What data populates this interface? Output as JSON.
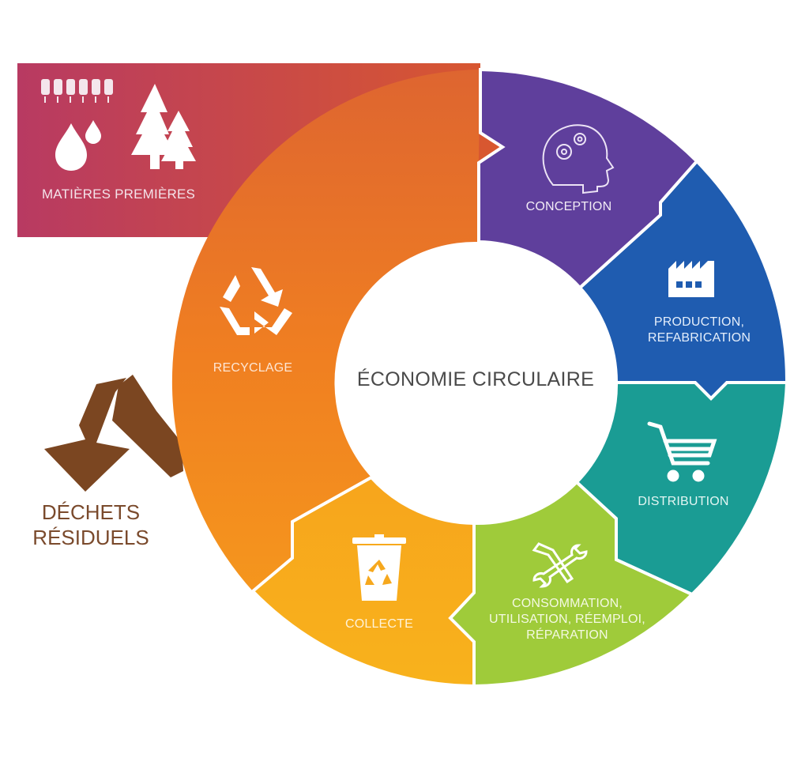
{
  "center": {
    "title": "ÉCONOMIE CIRCULAIRE"
  },
  "raw_materials": {
    "label": "MATIÈRES PREMIÈRES",
    "icons": [
      "wheat-icon",
      "water-drop-icon",
      "tree-icon"
    ],
    "color_start": "#b83a62",
    "color_end": "#d9582e"
  },
  "segments": [
    {
      "id": "conception",
      "label": "CONCEPTION",
      "icon": "head-gears-icon",
      "color": "#5f3f9c"
    },
    {
      "id": "production",
      "label_lines": [
        "PRODUCTION,",
        "REFABRICATION"
      ],
      "icon": "factory-icon",
      "color": "#1f5cb0"
    },
    {
      "id": "distribution",
      "label": "DISTRIBUTION",
      "icon": "shopping-cart-icon",
      "color": "#1a9c94"
    },
    {
      "id": "consommation",
      "label_lines": [
        "CONSOMMATION,",
        "UTILISATION, RÉEMPLOI,",
        "RÉPARATION"
      ],
      "icon": "tools-icon",
      "color": "#9fcb3a"
    },
    {
      "id": "collecte",
      "label": "COLLECTE",
      "icon": "recycle-bin-icon",
      "color": "#f6a81d"
    },
    {
      "id": "recyclage",
      "label": "RECYCLAGE",
      "icon": "recycle-icon",
      "color": "#ef7d22"
    }
  ],
  "waste": {
    "label_lines": [
      "DÉCHETS",
      "RÉSIDUELS"
    ],
    "color": "#7a4a2c"
  }
}
